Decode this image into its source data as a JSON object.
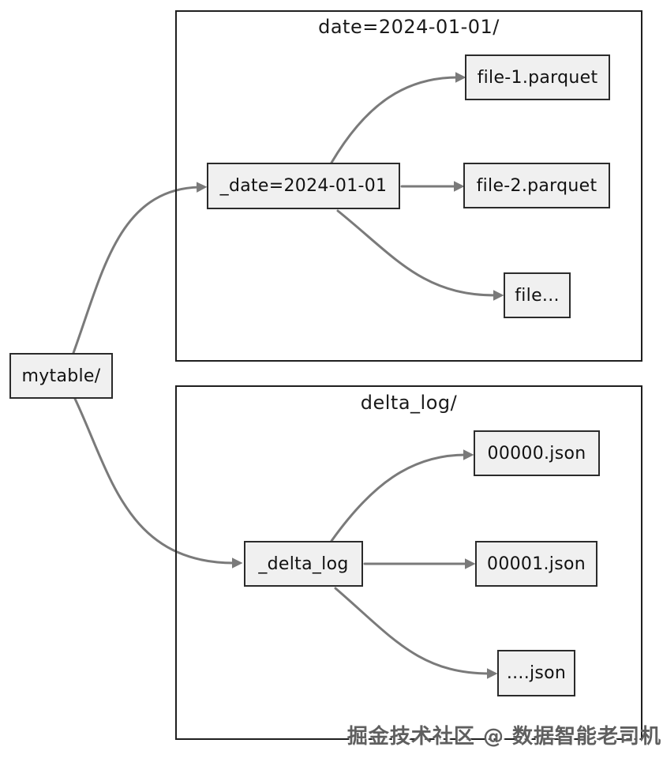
{
  "diagram": {
    "root": {
      "label": "mytable/"
    },
    "groups": [
      {
        "title": "date=2024-01-01/",
        "hub": {
          "label": "_date=2024-01-01"
        },
        "leaves": [
          {
            "label": "file-1.parquet"
          },
          {
            "label": "file-2.parquet"
          },
          {
            "label": "file..."
          }
        ]
      },
      {
        "title": "delta_log/",
        "hub": {
          "label": "_delta_log"
        },
        "leaves": [
          {
            "label": "00000.json"
          },
          {
            "label": "00001.json"
          },
          {
            "label": "....json"
          }
        ]
      }
    ],
    "watermark": "掘金技术社区 @ 数据智能老司机",
    "colors": {
      "background": "#ffffff",
      "node_fill": "#f0f0f0",
      "node_border": "#2b2b2b",
      "group_border": "#1f1f1f",
      "arrow": "#7a7a7a",
      "text": "#111111",
      "watermark_text": "#5f5f5f"
    }
  }
}
